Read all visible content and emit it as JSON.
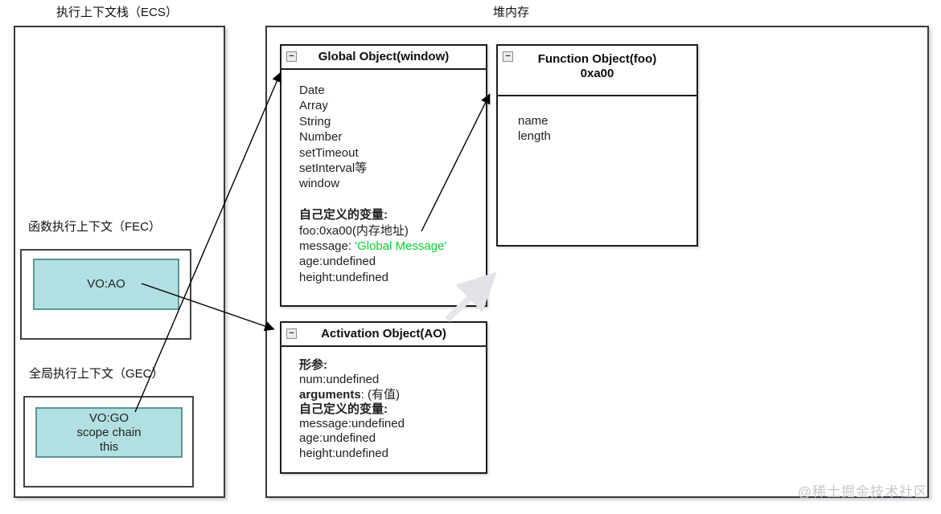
{
  "ecs": {
    "title": "执行上下文栈（ECS）",
    "fec": {
      "label": "函数执行上下文（FEC）",
      "vo_lines": [
        "VO:AO"
      ]
    },
    "gec": {
      "label": "全局执行上下文（GEC）",
      "vo_lines": [
        "VO:GO",
        "scope chain",
        "this"
      ]
    }
  },
  "heap": {
    "title": "堆内存",
    "global_object": {
      "title": "Global Object(window)",
      "lines": [
        {
          "text": "Date"
        },
        {
          "text": "Array"
        },
        {
          "text": "String"
        },
        {
          "text": "Number"
        },
        {
          "text": "setTimeout"
        },
        {
          "text": "setInterval等"
        },
        {
          "text": "window"
        },
        {
          "text": ""
        },
        {
          "text": "自己定义的变量:",
          "bold": true
        },
        {
          "text": "foo:0xa00(内存地址)"
        },
        {
          "parts": [
            {
              "text": "message: "
            },
            {
              "text": "'Global Message'",
              "color": "green"
            }
          ]
        },
        {
          "text": "age:undefined"
        },
        {
          "text": "height:undefined"
        }
      ]
    },
    "function_object": {
      "title": "Function Object(foo)",
      "subtitle": "0xa00",
      "lines": [
        {
          "text": "name"
        },
        {
          "text": "length"
        }
      ]
    },
    "activation_object": {
      "title": "Activation Object(AO)",
      "lines": [
        {
          "text": "形参:",
          "bold": true
        },
        {
          "text": "num:undefined"
        },
        {
          "parts": [
            {
              "text": "arguments",
              "bold": true
            },
            {
              "text": ": (有值)"
            }
          ]
        },
        {
          "text": "自己定义的变量:",
          "bold": true
        },
        {
          "text": "message:undefined"
        },
        {
          "text": "age:undefined"
        },
        {
          "text": "height:undefined"
        }
      ]
    }
  },
  "icons": {
    "collapse_glyph": "−"
  },
  "colors": {
    "teal_fill": "#b2e0e2",
    "teal_border": "#5d9494",
    "green": "#00d52d",
    "watermark": "#c7c7cd"
  },
  "watermark": "@稀土掘金技术社区"
}
